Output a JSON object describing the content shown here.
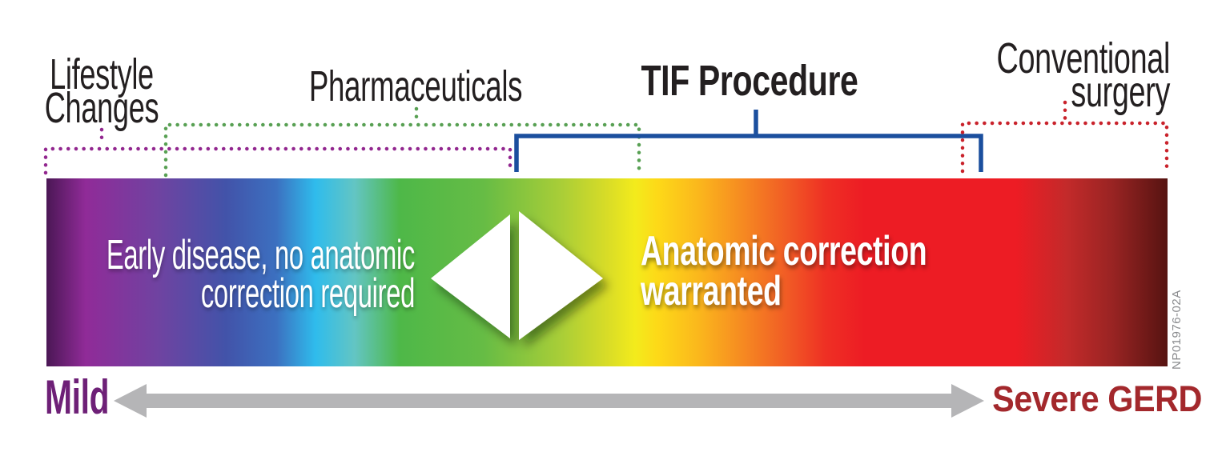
{
  "title_area": {
    "lifestyle_changes": {
      "line1": "Lifestyle",
      "line2": "Changes"
    },
    "pharmaceuticals": "Pharmaceuticals",
    "tif_procedure": "TIF Procedure",
    "conventional_surgery": {
      "line1": "Conventional",
      "line2": "surgery"
    }
  },
  "spectrum_bar": {
    "left_label": {
      "line1": "Early disease, no anatomic",
      "line2": "correction required"
    },
    "right_label": {
      "line1": "Anatomic correction",
      "line2": "warranted"
    }
  },
  "severity_axis": {
    "min": "Mild",
    "max": "Severe GERD"
  },
  "reference_code": "NP01976-02A",
  "colors": {
    "lifestyle_bracket": "#92278f",
    "pharmaceuticals_bracket": "#58a053",
    "tif_bracket": "#1b4f9e",
    "surgery_bracket": "#c9222b",
    "mild_text": "#6e2077",
    "severe_text": "#a3282c",
    "arrow": "#b5b5b7",
    "marker": "#ffffff",
    "text_black": "#231f20",
    "gradient_stops": [
      "#4b1755",
      "#902b98",
      "#6f43a1",
      "#4253a9",
      "#3c70c0",
      "#2fbcec",
      "#63c5c3",
      "#4eb848",
      "#66bc45",
      "#aace37",
      "#d8dc27",
      "#f3eb1c",
      "#fdd918",
      "#fbb91c",
      "#f68b21",
      "#f15c25",
      "#ee3024",
      "#ed1c24",
      "#c32a2a",
      "#9a2423",
      "#561311"
    ]
  }
}
